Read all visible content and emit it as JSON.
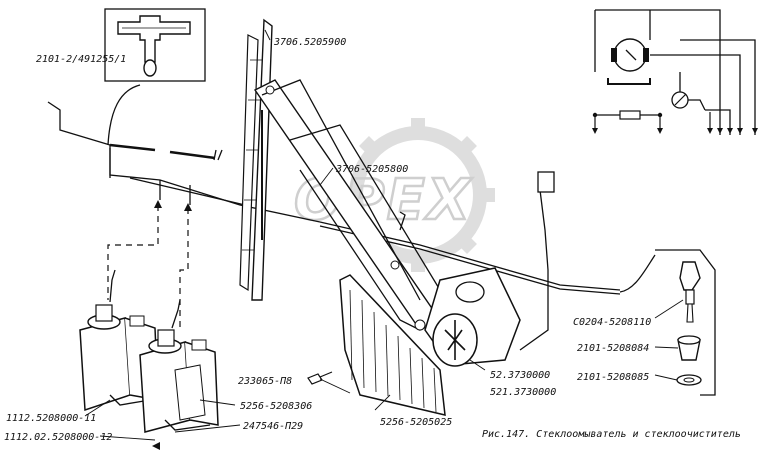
{
  "labels": {
    "tee": "2101-2/491255/1",
    "blade": "3706.5205900",
    "arm": "3706-5205800",
    "nozzle": "C0204-5208110",
    "cap_part": "2101-5208084",
    "washer": "2101-5208085",
    "motor_a": "52.3730000",
    "motor_b": "521.3730000",
    "bracket": "5256-5205025",
    "pump_bracket": "5256-5208306",
    "bolt": "233065-П8",
    "nut": "247546-П29",
    "reservoir_a": "1112.5208000-11",
    "reservoir_b": "1112.02.5208000-12"
  },
  "caption": "Рис.147. Стеклоомыватель и стеклоочиститель",
  "watermark": "OPEX"
}
